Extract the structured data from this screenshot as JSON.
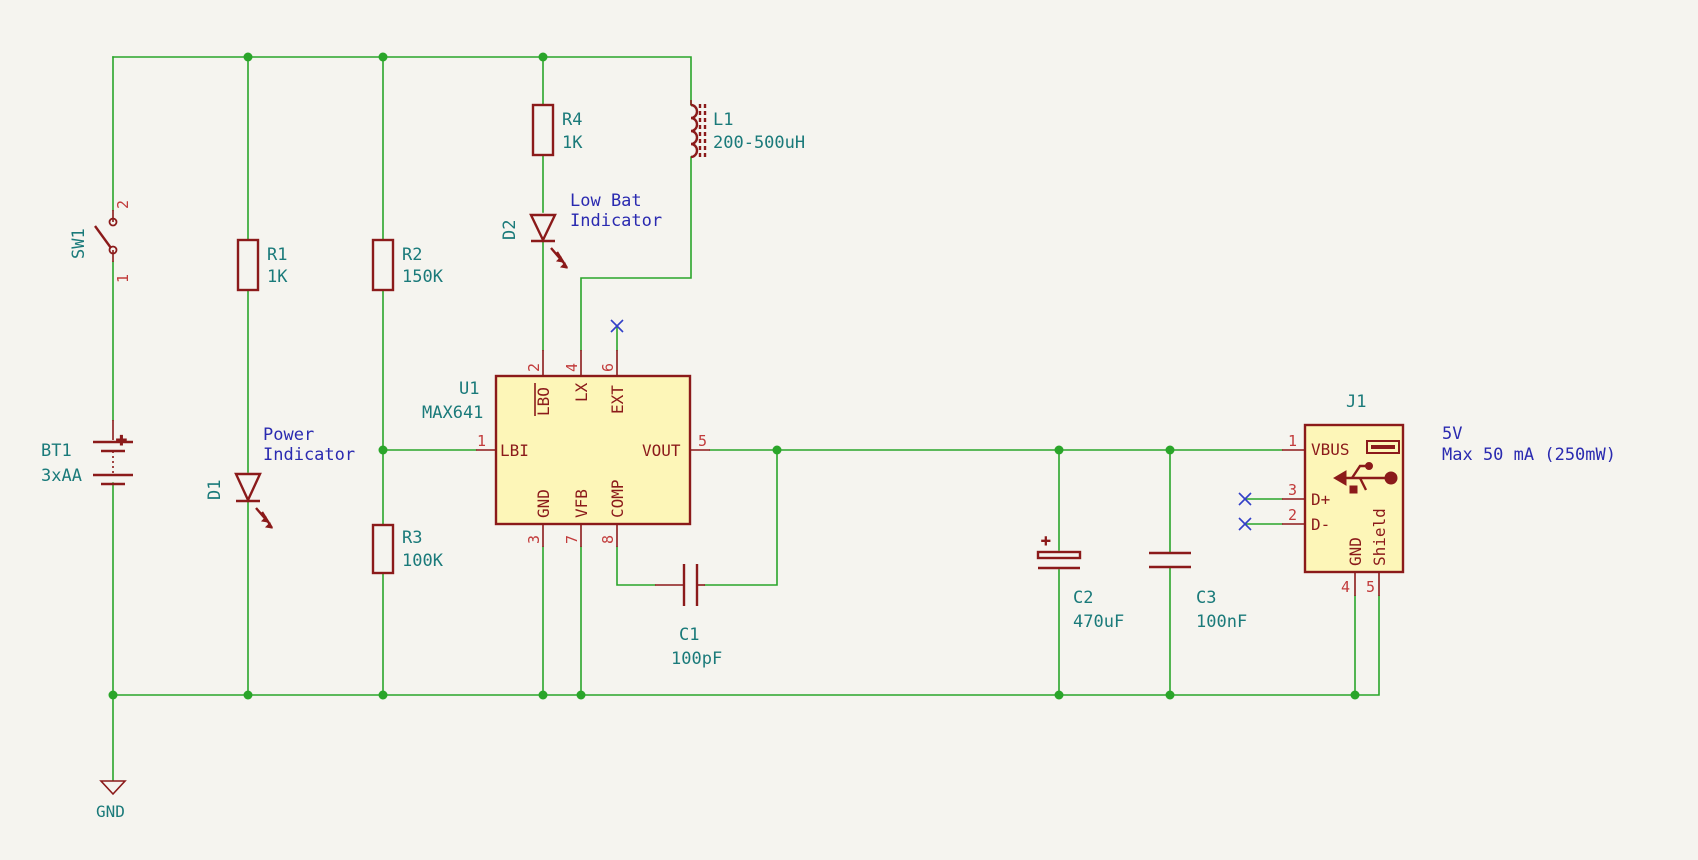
{
  "components": {
    "sw1": {
      "ref": "SW1",
      "pin1": "1",
      "pin2": "2"
    },
    "bt1": {
      "ref": "BT1",
      "value": "3xAA"
    },
    "r1": {
      "ref": "R1",
      "value": "1K"
    },
    "r2": {
      "ref": "R2",
      "value": "150K"
    },
    "r3": {
      "ref": "R3",
      "value": "100K"
    },
    "r4": {
      "ref": "R4",
      "value": "1K"
    },
    "l1": {
      "ref": "L1",
      "value": "200-500uH"
    },
    "d1": {
      "ref": "D1"
    },
    "d2": {
      "ref": "D2"
    },
    "c1": {
      "ref": "C1",
      "value": "100pF"
    },
    "c2": {
      "ref": "C2",
      "value": "470uF"
    },
    "c3": {
      "ref": "C3",
      "value": "100nF"
    },
    "u1": {
      "ref": "U1",
      "value": "MAX641",
      "pins": {
        "lbo": {
          "name": "LBO",
          "num": "2"
        },
        "lx": {
          "name": "LX",
          "num": "4"
        },
        "ext": {
          "name": "EXT",
          "num": "6"
        },
        "lbi": {
          "name": "LBI",
          "num": "1"
        },
        "vout": {
          "name": "VOUT",
          "num": "5"
        },
        "gnd": {
          "name": "GND",
          "num": "3"
        },
        "vfb": {
          "name": "VFB",
          "num": "7"
        },
        "comp": {
          "name": "COMP",
          "num": "8"
        }
      }
    },
    "j1": {
      "ref": "J1",
      "pins": {
        "vbus": {
          "name": "VBUS",
          "num": "1"
        },
        "dp": {
          "name": "D+",
          "num": "3"
        },
        "dm": {
          "name": "D-",
          "num": "2"
        },
        "gnd": {
          "name": "GND",
          "num": "4"
        },
        "shield": {
          "name": "Shield",
          "num": "5"
        }
      }
    }
  },
  "notes": {
    "power_indicator": [
      "Power",
      "Indicator"
    ],
    "low_bat_indicator": [
      "Low Bat",
      "Indicator"
    ],
    "output": [
      "5V",
      "Max 50 mA (250mW)"
    ]
  },
  "ground_label": "GND",
  "colors": {
    "wire": "#2aa52a",
    "component": "#8b1a1a",
    "body_fill": "#fdf6b8",
    "reference_text": "#1a7a7a",
    "note_text": "#2a2ab0",
    "no_connect": "#3240c8",
    "background": "#f5f4ef"
  }
}
